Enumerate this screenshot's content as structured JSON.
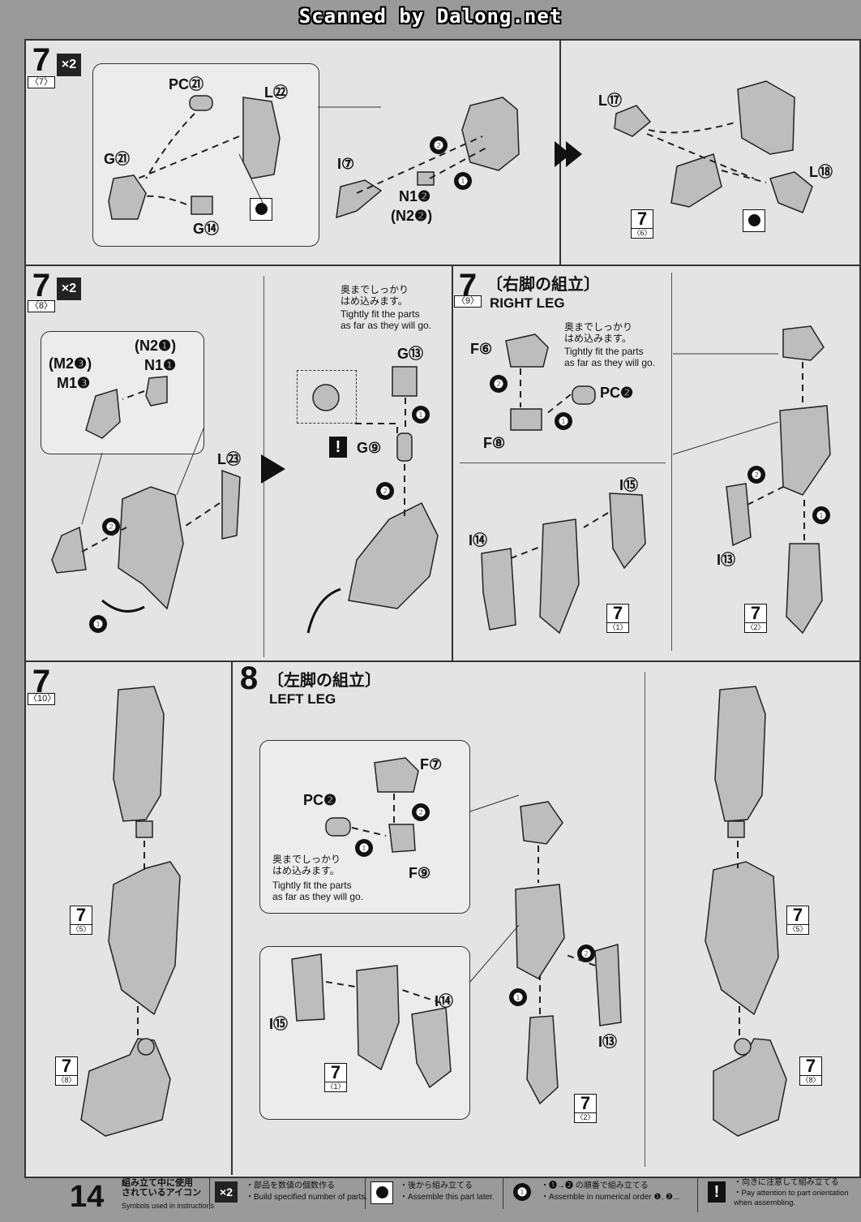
{
  "watermark": "Scanned by Dalong.net",
  "page_number": "14",
  "panels": {
    "p1": {
      "step": "7",
      "sub": "〈7〉",
      "mult": "×2",
      "labels": [
        "PC㉑",
        "L㉒",
        "G㉑",
        "G⑭",
        "I⑦",
        "N1❷",
        "(N2❷)"
      ],
      "cont": {
        "label_l17": "L⑰",
        "label_l18": "L⑱",
        "ref_step": "7",
        "ref_sub": "〈6〉"
      }
    },
    "p2": {
      "step": "7",
      "sub": "〈8〉",
      "mult": "×2",
      "labels": [
        "(N2❶)",
        "N1❶",
        "(M2❸)",
        "M1❸",
        "L㉓"
      ],
      "note_jp": "奥までしっかり\nはめ込みます。",
      "note_en": "Tightly fit the parts\nas far as they will go.",
      "label_g13": "G⑬",
      "label_g9": "G⑨"
    },
    "p3": {
      "step": "7",
      "sub": "〈9〉",
      "title_jp": "〔右脚の組立〕",
      "title_en": "RIGHT LEG",
      "note_jp": "奥までしっかり\nはめ込みます。",
      "note_en": "Tightly fit the parts\nas far as they will go.",
      "labels": [
        "F⑥",
        "PC❷",
        "F⑧",
        "I⑮",
        "I⑭",
        "I⑬"
      ],
      "refs": [
        {
          "n": "7",
          "s": "〈1〉"
        },
        {
          "n": "7",
          "s": "〈2〉"
        }
      ]
    },
    "p4": {
      "step": "7",
      "sub": "〈10〉",
      "refs": [
        {
          "n": "7",
          "s": "〈5〉"
        },
        {
          "n": "7",
          "s": "〈8〉"
        }
      ]
    },
    "p5": {
      "step": "8",
      "title_jp": "〔左脚の組立〕",
      "title_en": "LEFT LEG",
      "labels": [
        "F⑦",
        "PC❷",
        "F⑨",
        "I⑭",
        "I⑮",
        "I⑬"
      ],
      "note_jp": "奥までしっかり\nはめ込みます。",
      "note_en": "Tightly fit the parts\nas far as they will go.",
      "refs": [
        {
          "n": "7",
          "s": "〈1〉"
        },
        {
          "n": "7",
          "s": "〈2〉"
        },
        {
          "n": "7",
          "s": "〈5〉"
        },
        {
          "n": "7",
          "s": "〈8〉"
        }
      ]
    }
  },
  "legend": {
    "header_jp": "組み立て中に使用\nされているアイコン",
    "header_en": "Symbols used in instructions",
    "items": [
      {
        "icon": "×2",
        "jp": "・部品を数値の個数作る",
        "en": "・Build specified number of parts."
      },
      {
        "icon": "later",
        "jp": "・後から組み立てる",
        "en": "・Assemble this part later."
      },
      {
        "icon": "❶",
        "jp": "・❶→❷ の順番で組み立てる",
        "en": "・Assemble in numerical order ❶, ❷..."
      },
      {
        "icon": "!",
        "jp": "・向きに注意して組み立てる",
        "en": "・Pay attention to part orientation\nwhen assembling."
      }
    ]
  },
  "arrow_numbers": [
    "❶",
    "❷"
  ]
}
